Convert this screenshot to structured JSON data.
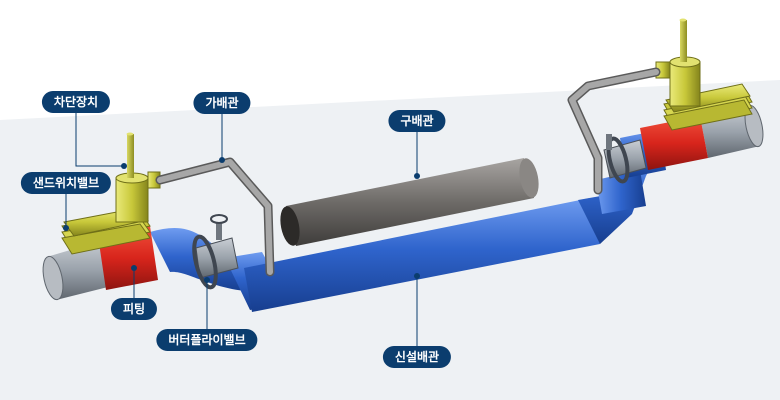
{
  "labels": {
    "shutoff": "차단장치",
    "temp_pipe": "가배관",
    "old_pipe": "구배관",
    "sandwich_valve": "샌드위치밸브",
    "fitting": "피팅",
    "butterfly_valve": "버터플라이밸브",
    "new_pipe": "신설배관"
  },
  "colors": {
    "background": "#ffffff",
    "floor": "#eef1f4",
    "new_pipe": "#2e63c9",
    "fitting": "#d8251c",
    "old_pipe": "#6e6b68",
    "temp_pipe": "#9a9a9a",
    "valve_body": "#c8c83a",
    "label_bg": "#0b3d6e",
    "label_text": "#ffffff"
  }
}
